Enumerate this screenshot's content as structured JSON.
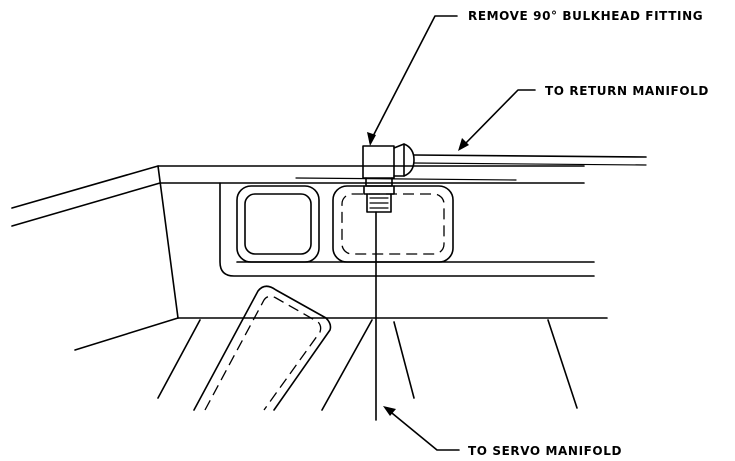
{
  "callouts": {
    "remove_fitting": "REMOVE 90° BULKHEAD FITTING",
    "return_manifold": "TO RETURN MANIFOLD",
    "servo_manifold": "TO SERVO MANIFOLD"
  }
}
